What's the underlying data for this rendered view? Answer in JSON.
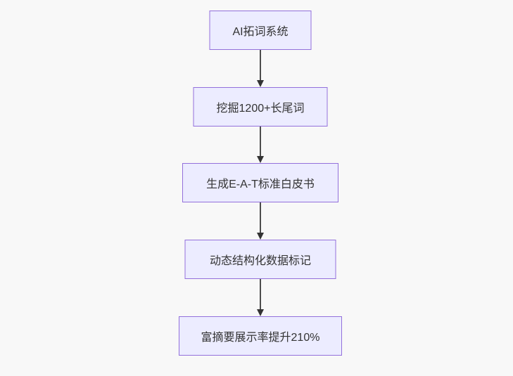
{
  "diagram": {
    "type": "flowchart",
    "direction": "top-to-bottom",
    "flow": "linear",
    "colors": {
      "background": "#f8f8f8",
      "node_fill": "#ececff",
      "node_border": "#9370db",
      "node_text": "#333333",
      "edge": "#333333"
    },
    "nodes": [
      {
        "label": "AI拓词系统"
      },
      {
        "label": "挖掘1200+长尾词"
      },
      {
        "label": "生成E-A-T标准白皮书"
      },
      {
        "label": "动态结构化数据标记"
      },
      {
        "label": "富摘要展示率提升210%"
      }
    ],
    "edges": [
      {
        "from": 0,
        "to": 1
      },
      {
        "from": 1,
        "to": 2
      },
      {
        "from": 2,
        "to": 3
      },
      {
        "from": 3,
        "to": 4
      }
    ]
  }
}
